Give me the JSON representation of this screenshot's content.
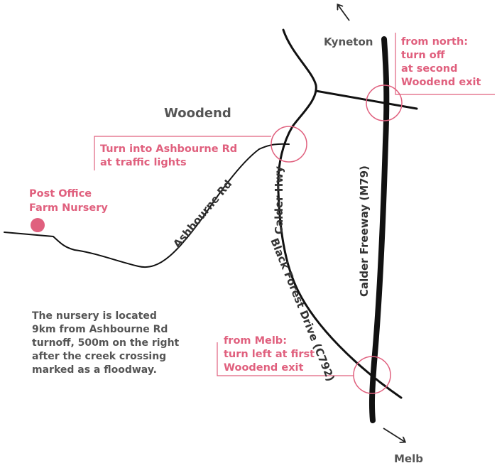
{
  "places": {
    "kyneton": "Kyneton",
    "melb": "Melb",
    "woodend": "Woodend",
    "nursery_line1": "Post Office",
    "nursery_line2": "Farm Nursery"
  },
  "roads": {
    "ashbourne_rd": "Ashbourne Rd",
    "calder_hwy": "Calder Hwy",
    "black_forest_drive": "Black Forest Drive (C792)",
    "calder_freeway": "Calder Freeway (M79)"
  },
  "callouts": {
    "north": [
      "from north:",
      "turn off",
      "at second",
      "Woodend exit"
    ],
    "ashbourne": [
      "Turn into Ashbourne Rd",
      "at traffic lights"
    ],
    "melb": [
      "from Melb:",
      "turn left at first",
      "Woodend exit"
    ]
  },
  "note": [
    "The nursery is located",
    "9km from Ashbourne Rd",
    "turnoff, 500m on the right",
    "after the creek crossing",
    "marked as a floodway."
  ],
  "colors": {
    "accent": "#e0607e",
    "road": "#111111",
    "text": "#555555"
  },
  "icons": {
    "kyneton_arrow": "arrow-up-left-icon",
    "melb_arrow": "arrow-down-right-icon",
    "nursery_marker": "dot-marker-icon"
  }
}
